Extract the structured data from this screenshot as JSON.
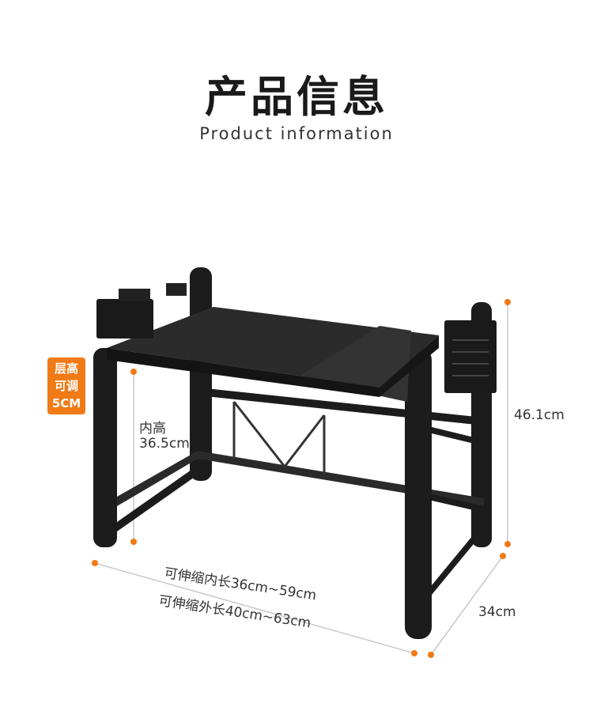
{
  "header": {
    "title": "产品信息",
    "subtitle": "Product information"
  },
  "badge": {
    "line1": "层高",
    "line2": "可调",
    "line3": "5CM"
  },
  "dimensions": {
    "inner_height_label": "内高",
    "inner_height_value": "36.5cm",
    "total_height": "46.1cm",
    "depth": "34cm",
    "inner_length": "可伸缩内长36cm~59cm",
    "outer_length": "可伸缩外长40cm~63cm"
  },
  "colors": {
    "accent": "#f07a16",
    "product": "#1c1c1c"
  }
}
